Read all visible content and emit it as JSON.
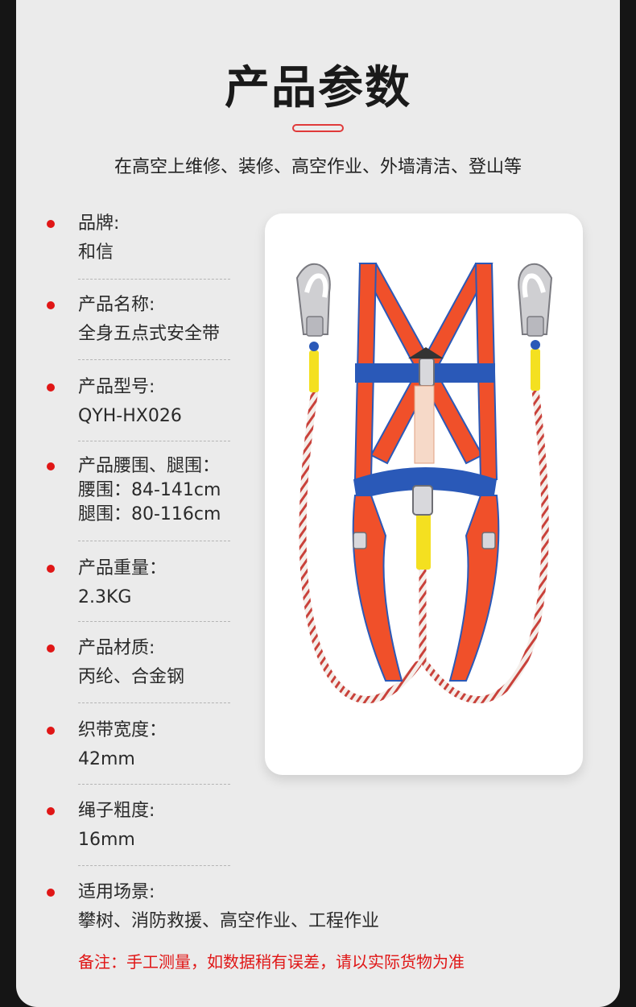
{
  "header": {
    "title": "产品参数",
    "subtitle": "在高空上维修、装修、高空作业、外墙清洁、登山等"
  },
  "specs": [
    {
      "label": "品牌:",
      "values": [
        "和信"
      ]
    },
    {
      "label": "产品名称:",
      "values": [
        "全身五点式安全带"
      ]
    },
    {
      "label": "产品型号:",
      "values": [
        "QYH-HX026"
      ]
    },
    {
      "label": "产品腰围、腿围：",
      "values": [
        "腰围：84-141cm",
        "腿围：80-116cm"
      ]
    },
    {
      "label": "产品重量：",
      "values": [
        "2.3KG"
      ]
    },
    {
      "label": "产品材质:",
      "values": [
        "丙纶、合金钢"
      ]
    },
    {
      "label": "织带宽度：",
      "values": [
        "42mm"
      ]
    },
    {
      "label": "绳子粗度:",
      "values": [
        "16mm"
      ]
    },
    {
      "label": "适用场景:",
      "values": [
        "攀树、消防救援、高空作业、工程作业"
      ]
    }
  ],
  "note": "备注：手工测量，如数据稍有误差，请以实际货物为准",
  "colors": {
    "accent": "#e01616",
    "strap_orange": "#f0502a",
    "buckle_blue": "#2a59b8",
    "rope_yellow": "#f4e020",
    "rope_white": "#f4eeea",
    "rope_red_pattern": "#c9413a"
  },
  "icons": {
    "bullet": "red-dot-icon",
    "product": "safety-harness-image"
  }
}
